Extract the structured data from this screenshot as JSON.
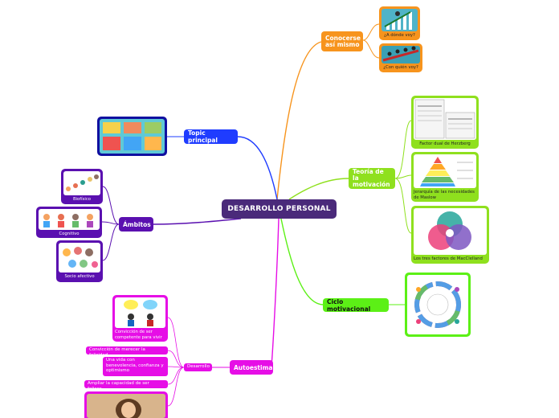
{
  "root": {
    "label": "DESARROLLO PERSONAL"
  },
  "colors": {
    "root": "#4a2a7a",
    "orange": "#f7941d",
    "blue": "#1f3cff",
    "navy": "#1010a0",
    "purple": "#5a10b0",
    "green": "#5cf016",
    "lime": "#8fe01e",
    "magenta": "#e60ee6"
  },
  "orange_branch": {
    "label": "Conocerse así mismo",
    "children": [
      {
        "caption": "¿A dónde voy?",
        "icon": "growth-chart-icon"
      },
      {
        "caption": "¿Con quién voy?",
        "icon": "runners-icon"
      }
    ]
  },
  "blue_branch": {
    "label": "Topic principal",
    "image_icon": "infographic-icon"
  },
  "purple_branch": {
    "label": "Ámbitos",
    "children": [
      {
        "caption": "Biofísico",
        "icon": "growth-stages-icon"
      },
      {
        "caption": "Cognitivo",
        "icon": "children-reading-icon"
      },
      {
        "caption": "Socio afectivo",
        "icon": "kids-group-icon"
      }
    ]
  },
  "lime_branch": {
    "label": "Teoría de la motivación",
    "children": [
      {
        "caption": "Factor dual de Herzberg",
        "icon": "herzberg-table-icon"
      },
      {
        "caption": "Jerarquía de las necesidades de Maslow",
        "icon": "pyramid-icon"
      },
      {
        "caption": "Los tres factores de MacClelland",
        "icon": "venn-icon"
      }
    ]
  },
  "green_branch": {
    "label": "Ciclo motivacional",
    "image_icon": "cycle-icon"
  },
  "magenta_branch": {
    "label": "Autoestima",
    "sub_label": "Desarrollo",
    "children": [
      {
        "caption": "Convicción de ser competente para vivir",
        "icon": "people-thinking-icon"
      },
      {
        "caption": "Convicción de merecer la felicidad"
      },
      {
        "caption": "Una vida con benevolencia, confianza y optimismo"
      },
      {
        "caption": "Ampliar la capacidad de ser felices"
      },
      {
        "caption": "",
        "icon": "smiling-girl-icon"
      }
    ]
  }
}
